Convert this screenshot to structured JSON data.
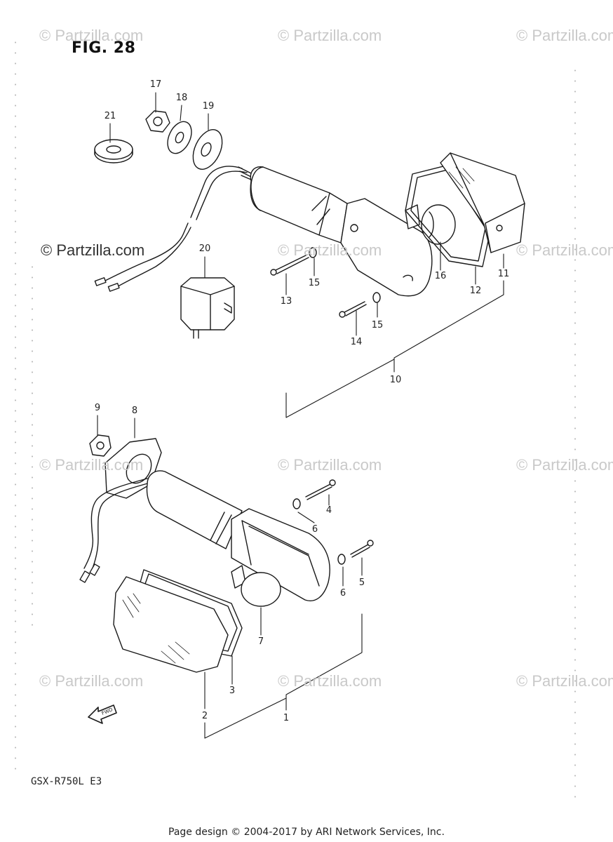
{
  "figure": {
    "title": "FIG. 28",
    "model": "GSX-R750L  E3"
  },
  "watermark": "© Partzilla.com",
  "footer": "Page design © 2004-2017 by ARI Network Services, Inc.",
  "callouts": [
    {
      "id": "c1",
      "text": "1"
    },
    {
      "id": "c2",
      "text": "2"
    },
    {
      "id": "c3",
      "text": "3"
    },
    {
      "id": "c4",
      "text": "4"
    },
    {
      "id": "c5",
      "text": "5"
    },
    {
      "id": "c6a",
      "text": "6"
    },
    {
      "id": "c6b",
      "text": "6"
    },
    {
      "id": "c7",
      "text": "7"
    },
    {
      "id": "c8",
      "text": "8"
    },
    {
      "id": "c9",
      "text": "9"
    },
    {
      "id": "c10",
      "text": "10"
    },
    {
      "id": "c11",
      "text": "11"
    },
    {
      "id": "c12",
      "text": "12"
    },
    {
      "id": "c13",
      "text": "13"
    },
    {
      "id": "c14",
      "text": "14"
    },
    {
      "id": "c15a",
      "text": "15"
    },
    {
      "id": "c15b",
      "text": "15"
    },
    {
      "id": "c16",
      "text": "16"
    },
    {
      "id": "c17",
      "text": "17"
    },
    {
      "id": "c18",
      "text": "18"
    },
    {
      "id": "c19",
      "text": "19"
    },
    {
      "id": "c20",
      "text": "20"
    },
    {
      "id": "c21",
      "text": "21"
    }
  ],
  "fwd_label": "FWD",
  "colors": {
    "line": "#1a1a1a",
    "watermark": "#c9c9c9",
    "background": "#ffffff"
  }
}
